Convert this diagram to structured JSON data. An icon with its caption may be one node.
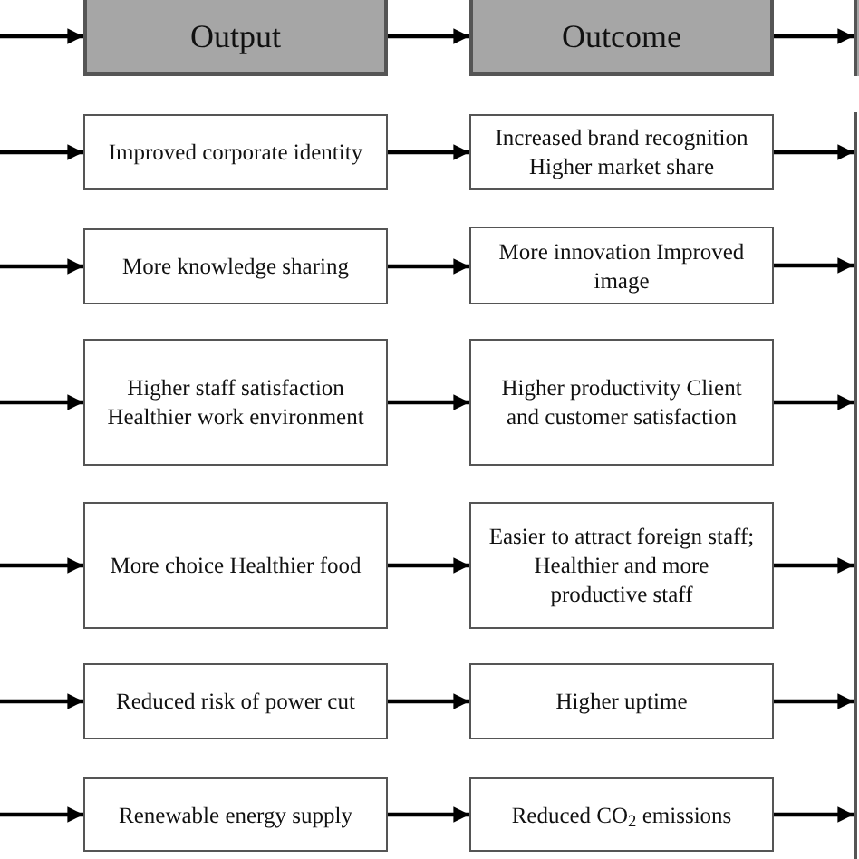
{
  "diagram": {
    "nodes": [
      {
        "text": [
          "Output"
        ]
      },
      {
        "text": [
          "Outcome"
        ]
      },
      {
        "text": [],
        "shape": "box"
      },
      {
        "text": [],
        "shape": "box"
      },
      {
        "text": [
          "Improved corporate identity"
        ]
      },
      {
        "text": [
          "Increased brand recognition Higher market share"
        ]
      },
      {
        "text": [
          "More knowledge sharing"
        ]
      },
      {
        "text": [
          "More innovation Improved image"
        ]
      },
      {
        "text": [
          "Higher staff satisfaction Healthier work environment"
        ]
      },
      {
        "text": [
          "Higher productivity Client and customer satisfaction"
        ]
      },
      {
        "text": [
          "More choice Healthier food"
        ]
      },
      {
        "text": [
          "Easier to attract foreign staff; Healthier and more productive staff"
        ]
      },
      {
        "text": [
          "Reduced risk of power cut"
        ]
      },
      {
        "text": [
          "Higher uptime"
        ]
      },
      {
        "text": [
          "Renewable energy supply"
        ]
      },
      {
        "text": [
          "Reduced CO$_{2}$ emissions"
        ]
      }
    ],
    "edges": [
      {
        "from": null,
        "to": 0,
        "arrow": "to"
      },
      {
        "from": 0,
        "to": 1,
        "arrow": "to"
      },
      {
        "from": 1,
        "to": 2,
        "arrow": "to"
      },
      {
        "from": null,
        "to": 4,
        "arrow": "to"
      },
      {
        "from": 4,
        "to": 5,
        "arrow": "to"
      },
      {
        "from": 5,
        "to": 3,
        "arrow": "to"
      },
      {
        "from": null,
        "to": 6,
        "arrow": "to"
      },
      {
        "from": 6,
        "to": 7,
        "arrow": "to"
      },
      {
        "from": 7,
        "to": 3,
        "arrow": "to"
      },
      {
        "from": null,
        "to": 8,
        "arrow": "to"
      },
      {
        "from": 8,
        "to": 9,
        "arrow": "to"
      },
      {
        "from": 9,
        "to": 3,
        "arrow": "to"
      },
      {
        "from": null,
        "to": 10,
        "arrow": "to"
      },
      {
        "from": 10,
        "to": 11,
        "arrow": "to"
      },
      {
        "from": 11,
        "to": 3,
        "arrow": "to"
      },
      {
        "from": null,
        "to": 12,
        "arrow": "to"
      },
      {
        "from": 12,
        "to": 13,
        "arrow": "to"
      },
      {
        "from": 13,
        "to": 3,
        "arrow": "to"
      },
      {
        "from": null,
        "to": 14,
        "arrow": "to"
      },
      {
        "from": 14,
        "to": 15,
        "arrow": "to"
      },
      {
        "from": 15,
        "to": 3,
        "arrow": "to"
      }
    ]
  }
}
